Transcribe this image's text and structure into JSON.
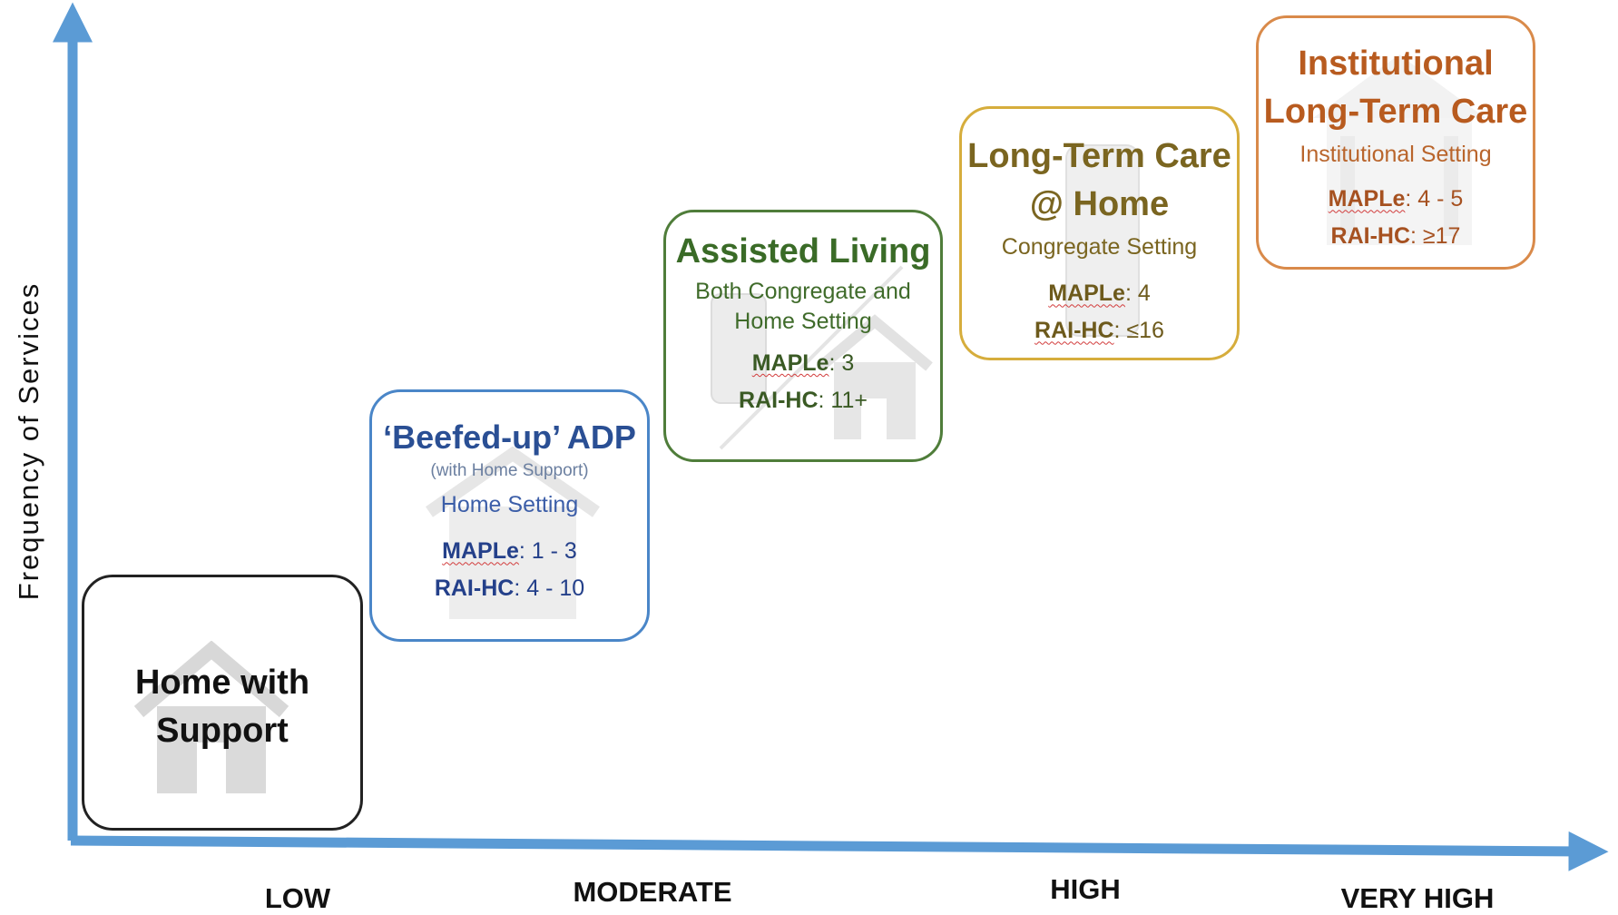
{
  "y_axis_label": "Frequency of Services",
  "x_axis_labels": [
    "LOW",
    "MODERATE",
    "HIGH",
    "VERY HIGH"
  ],
  "colors": {
    "axis": "#5b9bd5",
    "box1": "#222222",
    "box2": "#4a86c8",
    "box3": "#4f7d3a",
    "box4": "#d6ad3c",
    "box5": "#d98a4a"
  },
  "boxes": [
    {
      "title": "Home with Support",
      "icon": "house-icon"
    },
    {
      "title": "‘Beefed-up’ ADP",
      "note": "(with Home Support)",
      "setting": "Home Setting",
      "maple_label": "MAPLe",
      "maple_value": ": 1 - 3",
      "raihc_label": "RAI-HC",
      "raihc_value": ": 4 - 10",
      "icon": "house-icon"
    },
    {
      "title": "Assisted Living",
      "setting": "Both Congregate and Home Setting",
      "maple_label": "MAPLe",
      "maple_value": ": 3",
      "raihc_label": "RAI-HC",
      "raihc_value": ": 11+",
      "icon": "building-and-house-icon"
    },
    {
      "title": "Long-Term Care @ Home",
      "setting": "Congregate Setting",
      "maple_label": "MAPLe",
      "maple_value": ": 4",
      "raihc_label": "RAI-HC",
      "raihc_value": ": ≤16",
      "icon": "building-icon"
    },
    {
      "title": "Institutional Long-Term Care",
      "setting": "Institutional Setting",
      "maple_label": "MAPLe",
      "maple_value": ": 4 - 5",
      "raihc_label": "RAI-HC",
      "raihc_value": ": ≥17",
      "icon": "institution-icon"
    }
  ]
}
